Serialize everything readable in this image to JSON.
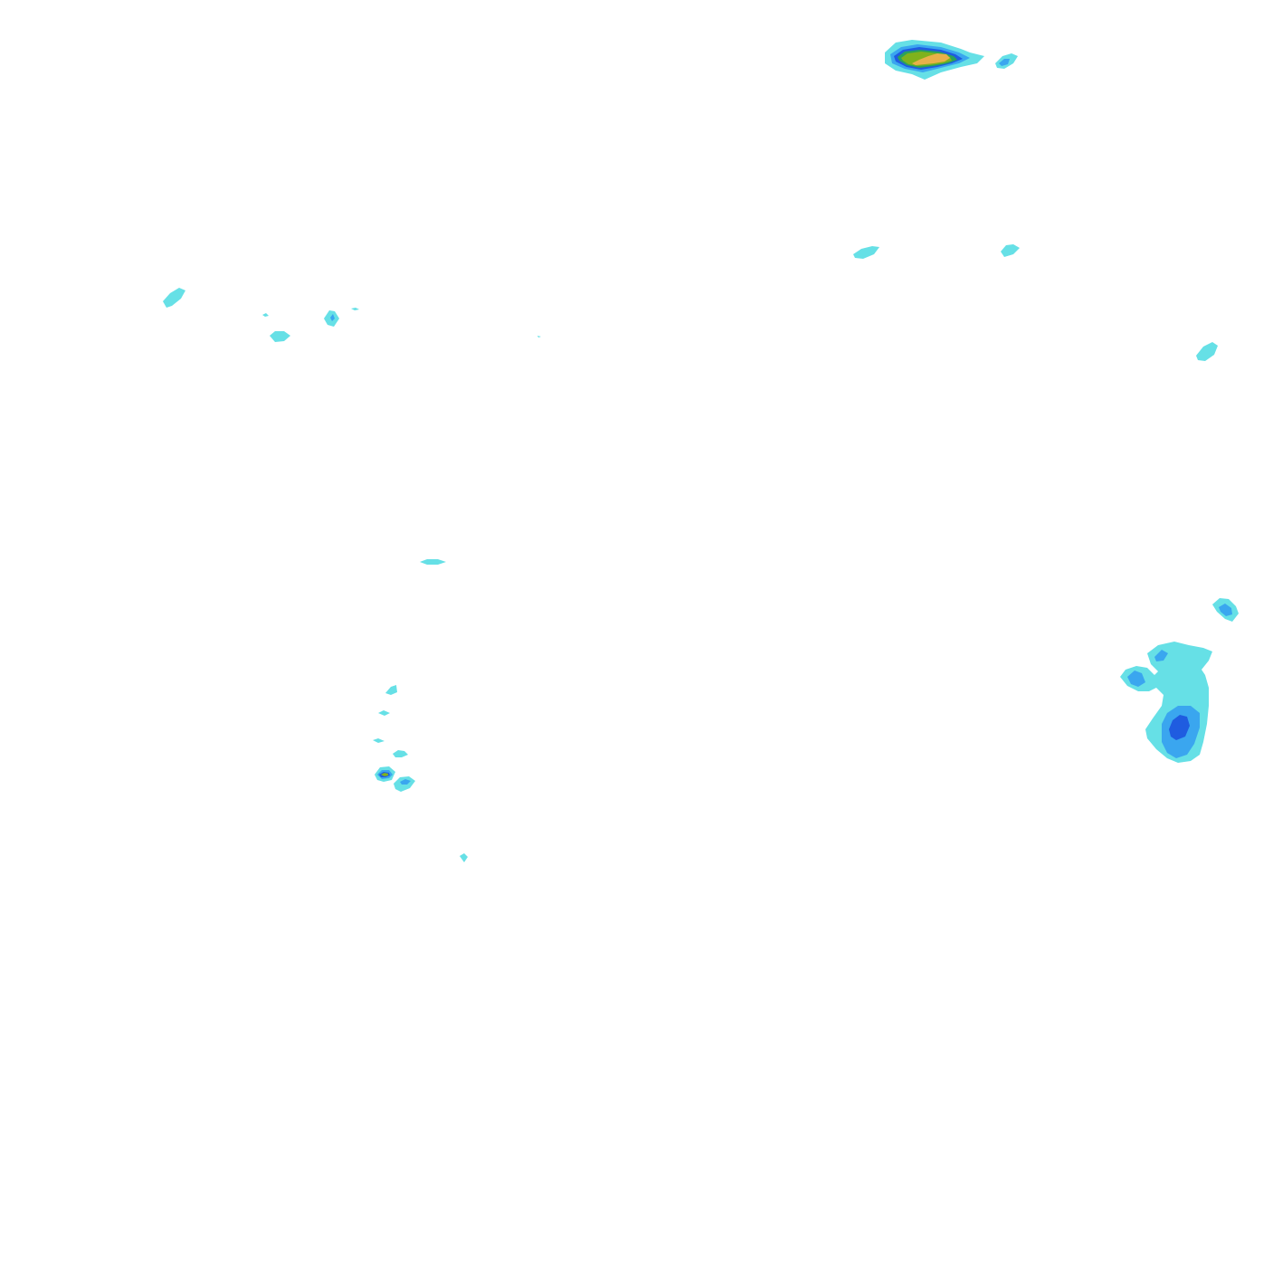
{
  "map": {
    "kind": "filled-contour",
    "background": "#ffffff",
    "levels": [
      {
        "level": 1,
        "color": "#66e0e6"
      },
      {
        "level": 2,
        "color": "#3aa6ef"
      },
      {
        "level": 3,
        "color": "#1f5ce0"
      },
      {
        "level": 4,
        "color": "#2aa25a"
      },
      {
        "level": 5,
        "color": "#7fb21c"
      },
      {
        "level": 6,
        "color": "#e8b04a"
      }
    ],
    "cells": [
      {
        "id": "north-peak",
        "max_level": 6
      },
      {
        "id": "north-satellite",
        "max_level": 2
      },
      {
        "id": "east-cluster",
        "max_level": 3
      },
      {
        "id": "east-small",
        "max_level": 2
      },
      {
        "id": "central-south-cluster",
        "max_level": 5
      },
      {
        "id": "scattered-light",
        "max_level": 1
      }
    ]
  }
}
